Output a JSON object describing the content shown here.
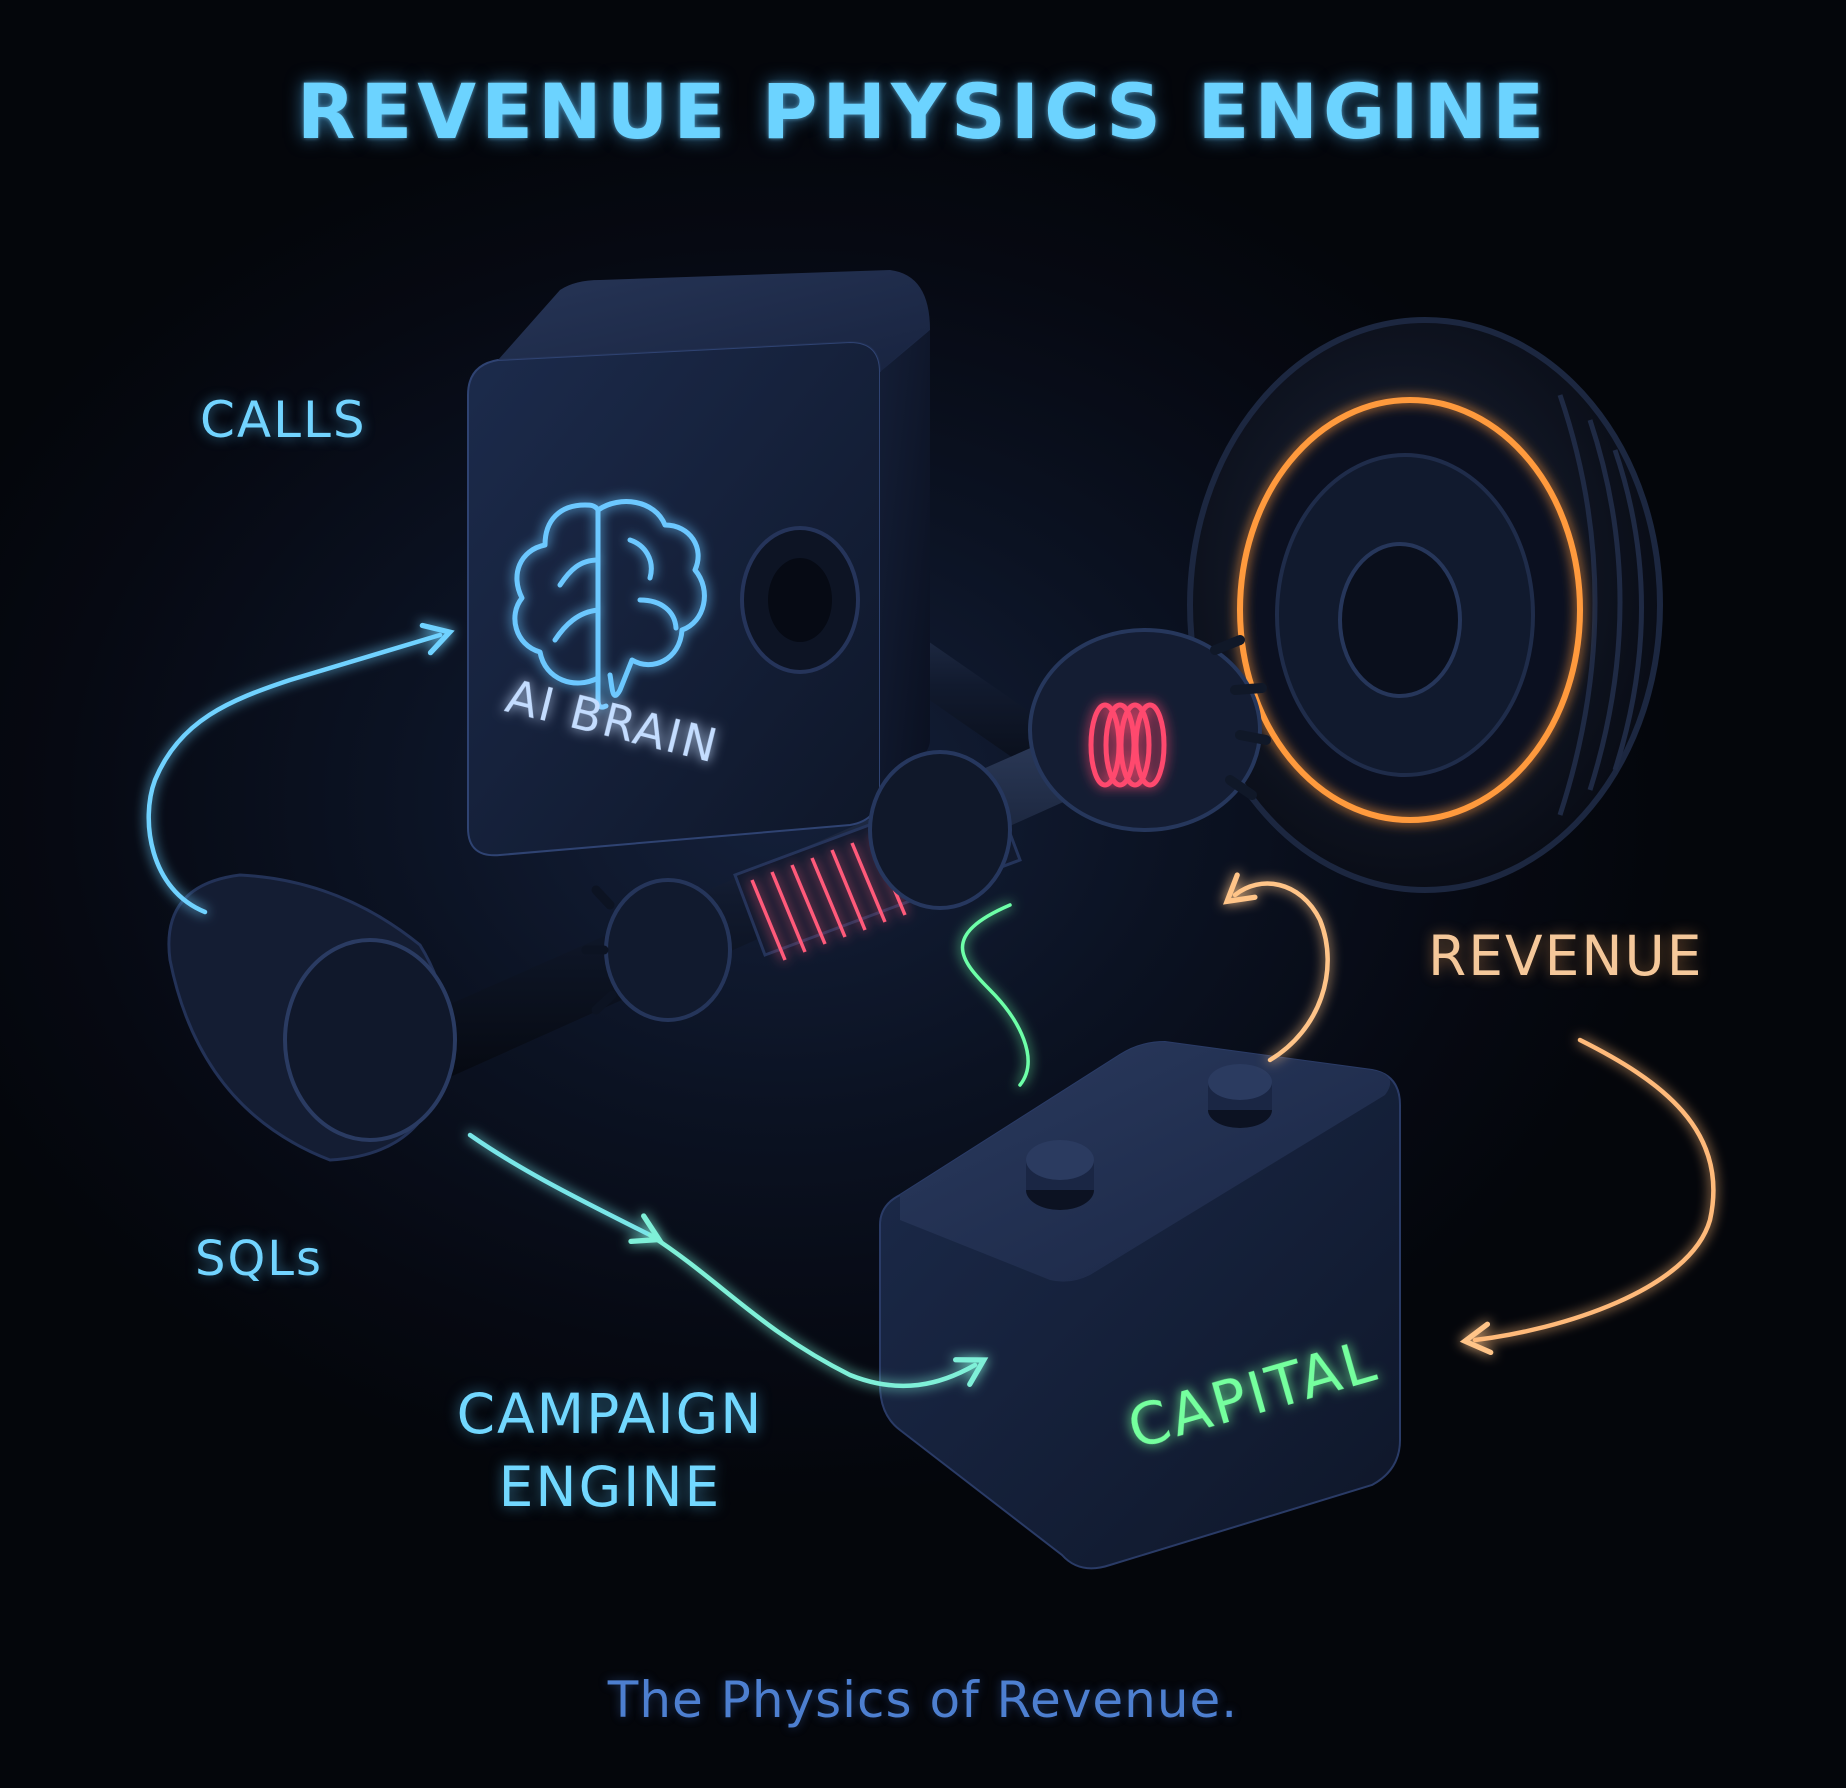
{
  "title": "REVENUE PHYSICS ENGINE",
  "labels": {
    "calls": "CALLS",
    "sqls": "SQLs",
    "campaign_engine": "CAMPAIGN\nENGINE",
    "revenue": "REVENUE"
  },
  "components": {
    "ai_brain": "AI BRAIN",
    "capital": "CAPITAL"
  },
  "footer": "The Physics of Revenue.",
  "colors": {
    "accent_blue": "#6cd3ff",
    "accent_green": "#6dffa8",
    "accent_orange": "#ffb066",
    "accent_red": "#ff4a6e",
    "background": "#070b16"
  },
  "icons": [
    "brain-icon",
    "gear-icon",
    "wheel-icon",
    "battery-icon",
    "arrow-icon"
  ]
}
